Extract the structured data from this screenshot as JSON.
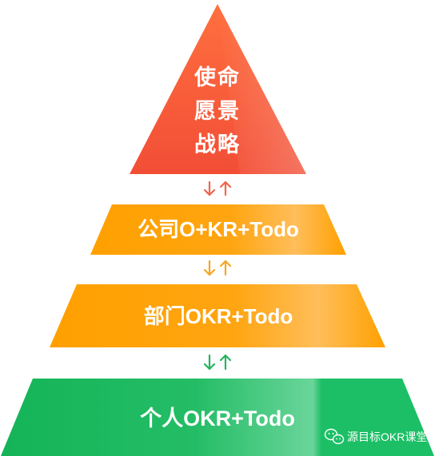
{
  "pyramid": {
    "apex": {
      "lines": [
        "使命",
        "愿景",
        "战略"
      ],
      "color_top": "#ff6a3d",
      "color_bottom": "#f44f35"
    },
    "tiers": [
      {
        "label": "公司O+KR+Todo",
        "color_left": "#ffa000",
        "color_right": "#ffb74d"
      },
      {
        "label": "部门OKR+Todo",
        "color_left": "#ffa000",
        "color_right": "#ffb74d"
      },
      {
        "label": "个人OKR+Todo",
        "color_left": "#1db960",
        "color_right": "#5fd08f"
      }
    ],
    "connectors": [
      {
        "down_color": "#f0644a",
        "up_color": "#f0644a"
      },
      {
        "down_color": "#f5a623",
        "up_color": "#f5a623"
      },
      {
        "down_color": "#27b35f",
        "up_color": "#27b35f"
      }
    ]
  },
  "watermark": {
    "text": "源目标OKR课堂",
    "icon": "wechat-icon"
  }
}
